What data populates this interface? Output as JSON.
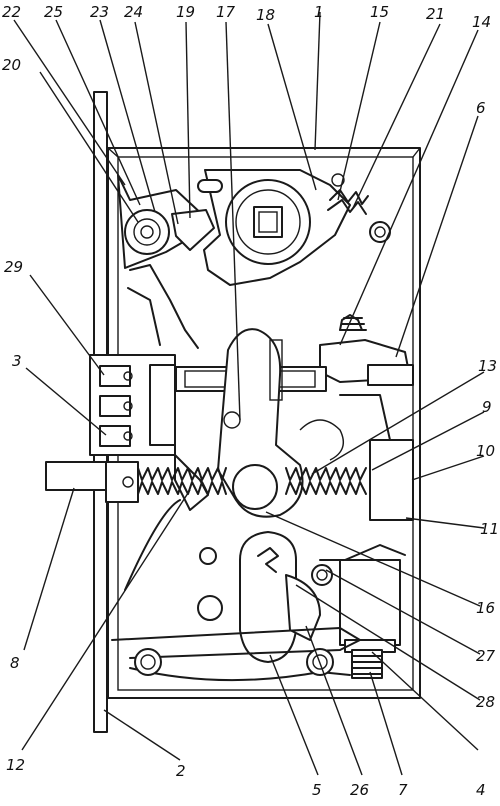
{
  "figure": {
    "labels": [
      "22",
      "25",
      "23",
      "24",
      "19",
      "17",
      "18",
      "1",
      "15",
      "21",
      "14",
      "20",
      "6",
      "29",
      "3",
      "13",
      "9",
      "10",
      "11",
      "8",
      "16",
      "27",
      "28",
      "12",
      "2",
      "5",
      "26",
      "7",
      "4"
    ],
    "colors": {
      "line": "#1a1a1a",
      "background": "#ffffff"
    }
  }
}
